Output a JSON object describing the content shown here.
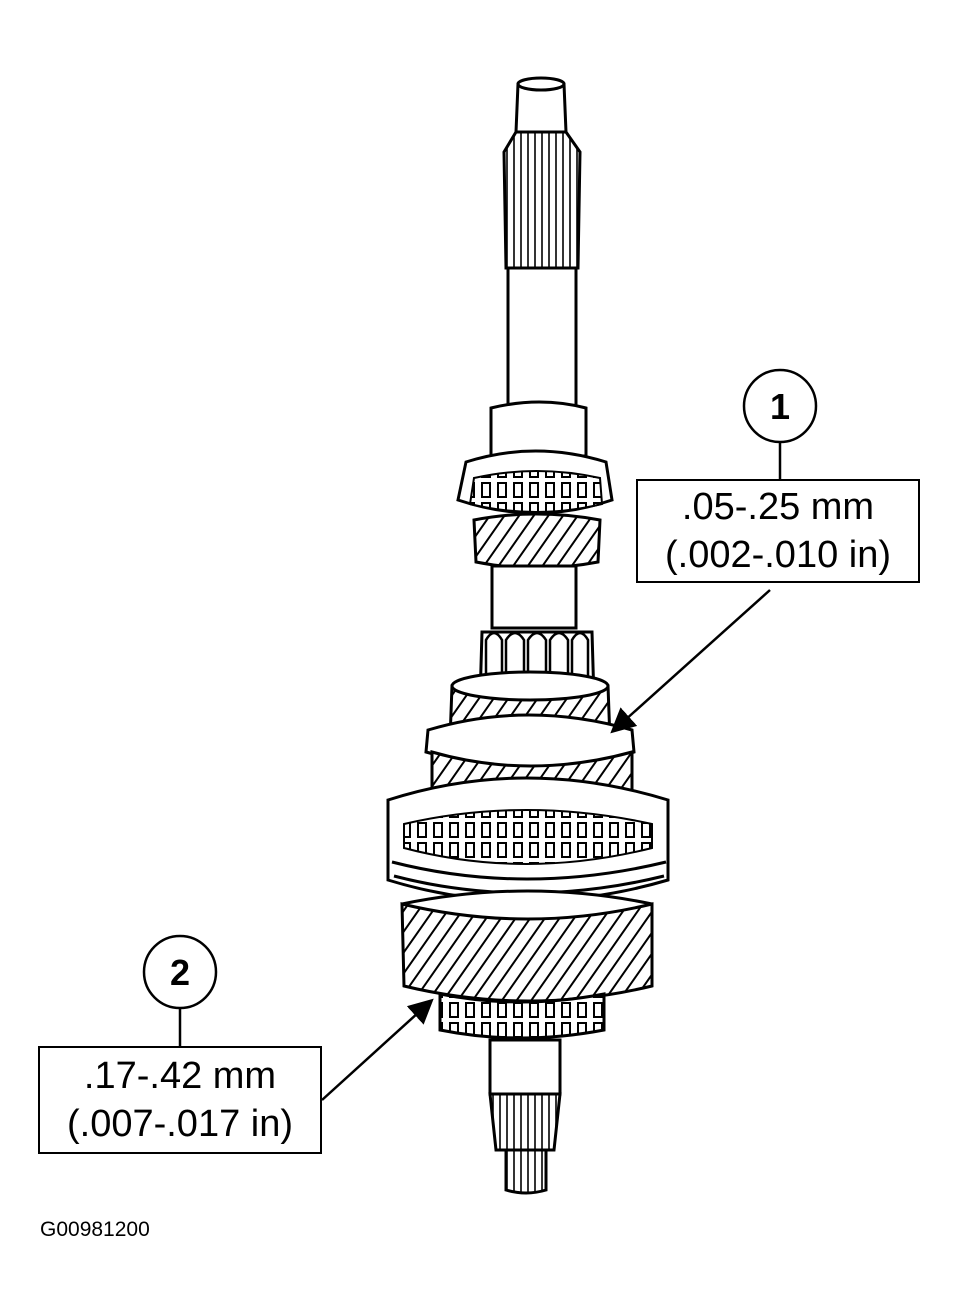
{
  "callouts": [
    {
      "number": "1",
      "spec_mm": ".05-.25 mm",
      "spec_in": "(.002-.010 in)"
    },
    {
      "number": "2",
      "spec_mm": ".17-.42 mm",
      "spec_in": "(.007-.017 in)"
    }
  ],
  "figure_id": "G00981200"
}
